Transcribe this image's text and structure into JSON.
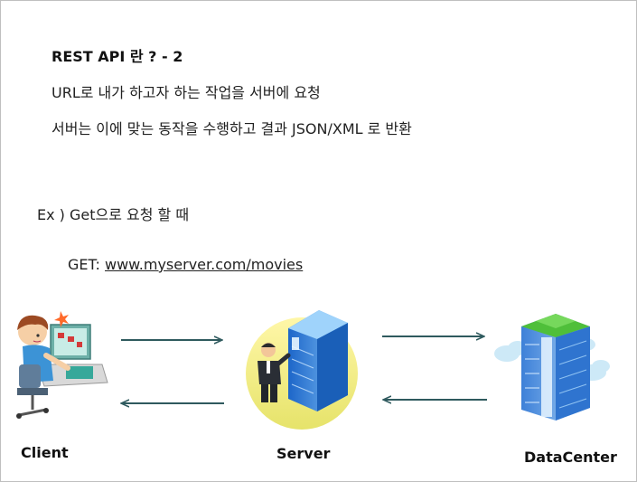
{
  "slide": {
    "title": "REST API 란 ?   - 2",
    "lines": [
      "URL로 내가 하고자 하는 작업을 서버에 요청",
      "서버는 이에 맞는 동작을 수행하고 결과 JSON/XML 로 반환"
    ],
    "example_label": "Ex ) Get으로 요청 할 때",
    "get_prefix": "GET: ",
    "get_url": "www.myserver.com/movies"
  },
  "diagram": {
    "nodes": {
      "client": "Client",
      "server": "Server",
      "datacenter": "DataCenter"
    },
    "arrow_color": "#2f5a5e"
  }
}
